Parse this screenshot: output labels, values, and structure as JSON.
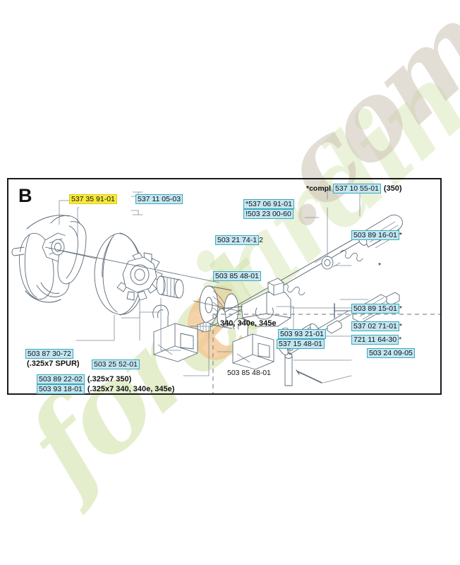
{
  "page": {
    "section_letter": "B",
    "watermark_text": "foretjardin.com",
    "watermark_colors": {
      "green": "#d4e4ae",
      "tan": "#cdc4b4",
      "orange": "#f4c48e"
    }
  },
  "colors": {
    "highlight_cyan": "#c3e6f2",
    "highlight_cyan_border": "#3aa9bd",
    "highlight_yellow": "#f7e93c",
    "frame": "#1a1a1a",
    "line": "#5a6a7a"
  },
  "header": {
    "compl_prefix": "*compl",
    "compl_part": "537 10 55-01",
    "compl_model": "(350)"
  },
  "labels": [
    {
      "id": "l1",
      "part": "537 35 91-01",
      "highlight": "yellow",
      "suffix": ""
    },
    {
      "id": "l2",
      "part": "537 11 05-03",
      "highlight": "cyan",
      "suffix": ""
    },
    {
      "id": "l3",
      "part": "*537 06 91-01",
      "highlight": "cyan",
      "suffix": ""
    },
    {
      "id": "l4",
      "part": "!503 23 00-60",
      "highlight": "cyan",
      "suffix": ""
    },
    {
      "id": "l5",
      "part": "503 21 74-1",
      "highlight": "cyan",
      "suffix": "2"
    },
    {
      "id": "l6",
      "part": "503 85 48-01",
      "highlight": "cyan",
      "suffix": ""
    },
    {
      "id": "l7",
      "part": "503 89 16-01",
      "highlight": "cyan",
      "suffix": "*"
    },
    {
      "id": "l8",
      "part": "503 89 15-01",
      "highlight": "cyan",
      "suffix": "*"
    },
    {
      "id": "l9",
      "part": "537 02 71-01",
      "highlight": "cyan",
      "suffix": "*"
    },
    {
      "id": "l10",
      "part": "721 11 64-30",
      "highlight": "cyan",
      "suffix": "*"
    },
    {
      "id": "l11",
      "part": "503 87 30-72",
      "highlight": "cyan",
      "suffix": ""
    },
    {
      "id": "l12",
      "part": "503 25 52-01",
      "highlight": "cyan",
      "suffix": ""
    },
    {
      "id": "l13",
      "part": "503 89 22-02",
      "highlight": "cyan",
      "suffix": ""
    },
    {
      "id": "l14",
      "part": "503 93 18-01",
      "highlight": "cyan",
      "suffix": ""
    },
    {
      "id": "l15",
      "part": "503 93 21-01",
      "highlight": "cyan",
      "suffix": ""
    },
    {
      "id": "l16",
      "part": "537 15 48-01",
      "highlight": "cyan",
      "suffix": ""
    },
    {
      "id": "l17",
      "part": "503 24 09-05",
      "highlight": "cyan",
      "suffix": ""
    },
    {
      "id": "l18",
      "part": "503 85 48-01",
      "highlight": "none",
      "suffix": ""
    }
  ],
  "annotations": {
    "spur_spec": "(.325x7 SPUR)",
    "spec_350": "(.325x7  350)",
    "spec_340": "(.325x7  340, 340e, 345e)",
    "variant_caption": "340, 340e, 345e",
    "asterisk_mark": "*"
  }
}
